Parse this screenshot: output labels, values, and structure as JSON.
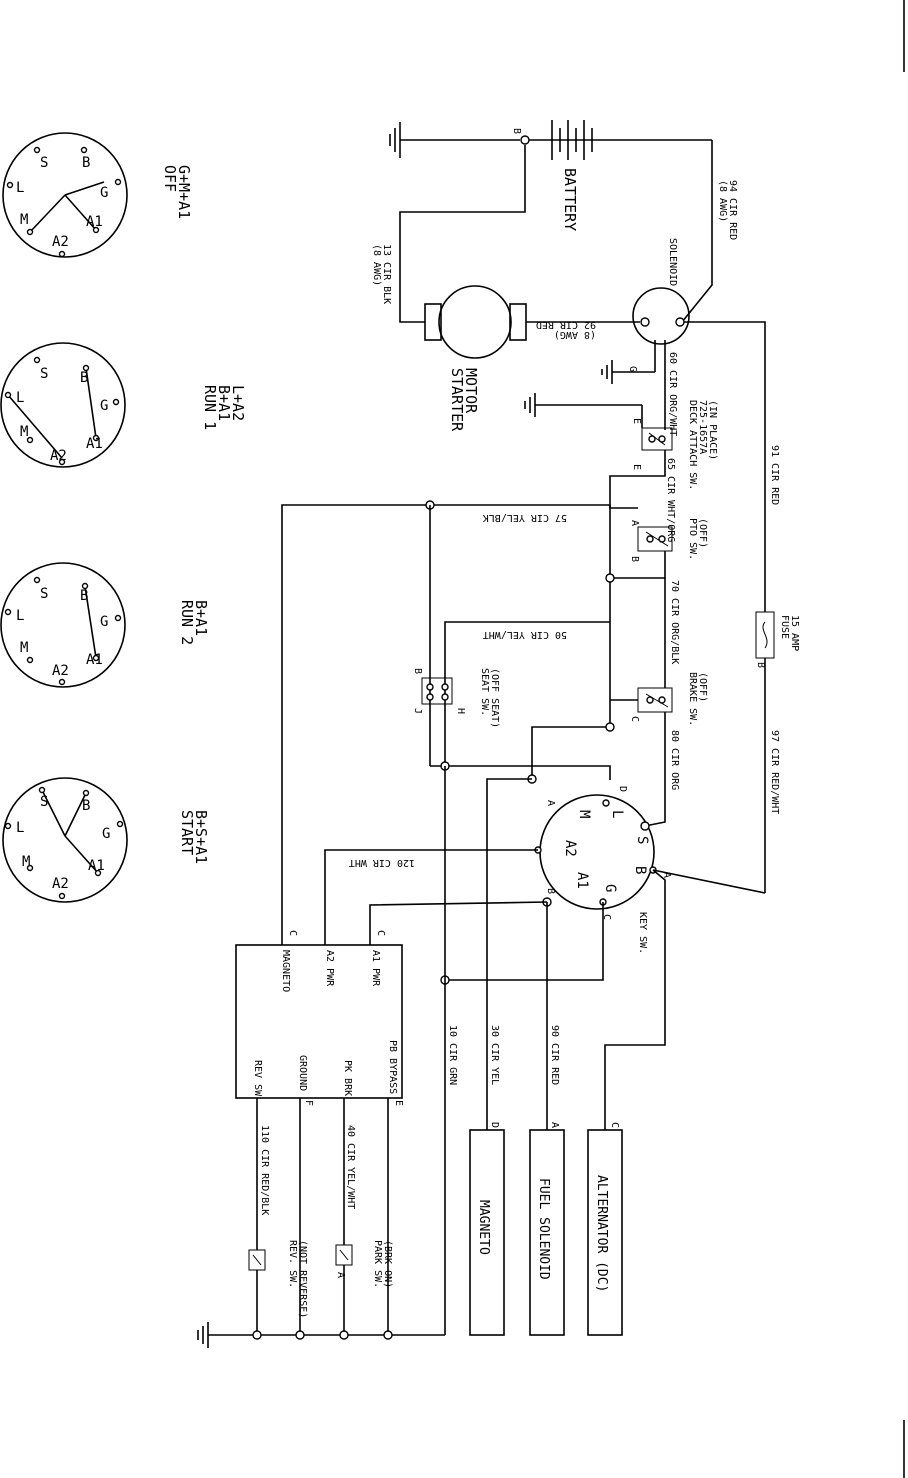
{
  "key_positions": [
    {
      "name": "OFF",
      "combo": "G+M+A1"
    },
    {
      "name": "RUN 1",
      "combo": "B+A1",
      "combo2": "L+A2"
    },
    {
      "name": "RUN 2",
      "combo": "B+A1"
    },
    {
      "name": "START",
      "combo": "B+S+A1"
    }
  ],
  "terminals": {
    "S": "S",
    "B": "B",
    "L": "L",
    "G": "G",
    "M": "M",
    "A1": "A1",
    "A2": "A2"
  },
  "components": {
    "battery": "BATTERY",
    "solenoid": "SOLENOID",
    "starter_line1": "STARTER",
    "starter_line2": "MOTOR",
    "deck_line1": "DECK ATTACH SW.",
    "deck_line2": "725-1657A",
    "deck_line3": "(IN PLACE)",
    "pto_line1": "PTO SW.",
    "pto_line2": "(OFF)",
    "fuse_line1": "FUSE",
    "fuse_line2": "15 AMP",
    "brake_line1": "BRAKE SW.",
    "brake_line2": "(OFF)",
    "seat_line1": "SEAT SW.",
    "seat_line2": "(OFF SEAT)",
    "key_switch": "KEY SW.",
    "park_line1": "PARK SW.",
    "park_line2": "(BRK ON)",
    "rev_line1": "REV. SW.",
    "rev_line2": "(NOT REVERSE)",
    "magneto": "MAGNETO",
    "fuel_solenoid": "FUEL SOLENOID",
    "alternator": "ALTERNATOR (DC)"
  },
  "module_pins": {
    "a1": "A1 PWR",
    "a2": "A2 PWR",
    "magneto": "MAGNETO",
    "pb_bypass": "PB BYPASS",
    "pk_brk": "PK BRK",
    "ground": "GROUND",
    "rev_sw": "REV SW"
  },
  "wires": {
    "w94_1": "94 CIR RED",
    "w94_2": "(8 AWG)",
    "w13_1": "13 CIR BLK",
    "w13_2": "(8 AWG)",
    "w92_1": "92 CIR RED",
    "w92_2": "(8 AWG)",
    "w60": "60 CIR ORG/WHT",
    "w65": "65 CIR WHT/ORG",
    "w91": "91 CIR RED",
    "w57": "57 CIR YEL/BLK",
    "w70": "70 CIR ORG/BLK",
    "w50": "50 CIR YEL/WHT",
    "w97": "97 CIR RED/WHT",
    "w80": "80 CIR ORG",
    "w120": "120 CIR WHT",
    "w10": "10 CIR GRN",
    "w30": "30 CIR YEL",
    "w90": "90 CIR RED",
    "w40": "40 CIR YEL/WHT",
    "w110": "110 CIR RED/BLK"
  },
  "letters": {
    "A": "A",
    "B": "B",
    "C": "C",
    "D": "D",
    "E": "E",
    "F": "F",
    "G": "G",
    "H": "H",
    "J": "J"
  }
}
